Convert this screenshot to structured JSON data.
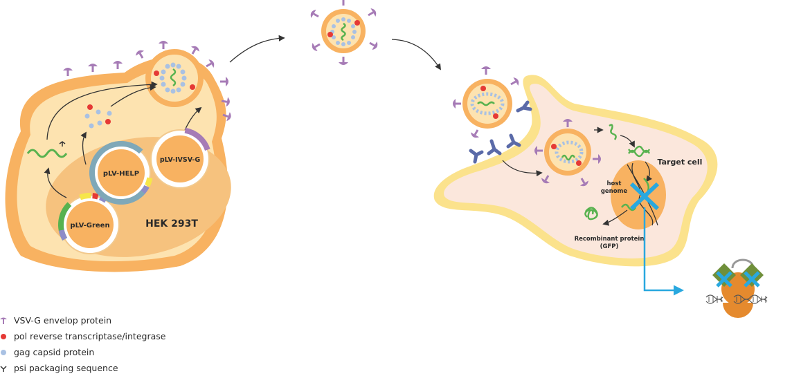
{
  "labels": {
    "hek": "HEK 293T",
    "plasmid_green": "pLV-Green",
    "plasmid_help": "pLV-HELP",
    "plasmid_vsvg": "pLV-IVSV-G",
    "target_cell": "Target cell",
    "host_genome_line1": "host",
    "host_genome_line2": "genome",
    "recombinant_line1": "Recombinant protein",
    "recombinant_line2": "(GFP)"
  },
  "legend": [
    {
      "icon": "vsvg-envelope-icon",
      "text": "VSV-G envelop protein"
    },
    {
      "icon": "pol-dot-icon",
      "text": "pol reverse transcriptase/integrase"
    },
    {
      "icon": "gag-dot-icon",
      "text": "gag capsid protein"
    },
    {
      "icon": "psi-icon",
      "text": "psi packaging sequence"
    }
  ],
  "colors": {
    "cell_outer": "#f8b261",
    "cell_inner": "#fde3b0",
    "nucleus": "#f6c27e",
    "target_outer": "#fbe28c",
    "target_inner": "#fbe7dc",
    "envelope": "#a67bb6",
    "pol": "#e53935",
    "gag": "#a9c1e3",
    "rna": "#58b24f",
    "receptor": "#5a6aa8",
    "crispr_blue": "#29a8df",
    "cas_orange": "#e58a2e",
    "cas_green": "#6f8f3a",
    "arrow": "#333333"
  }
}
